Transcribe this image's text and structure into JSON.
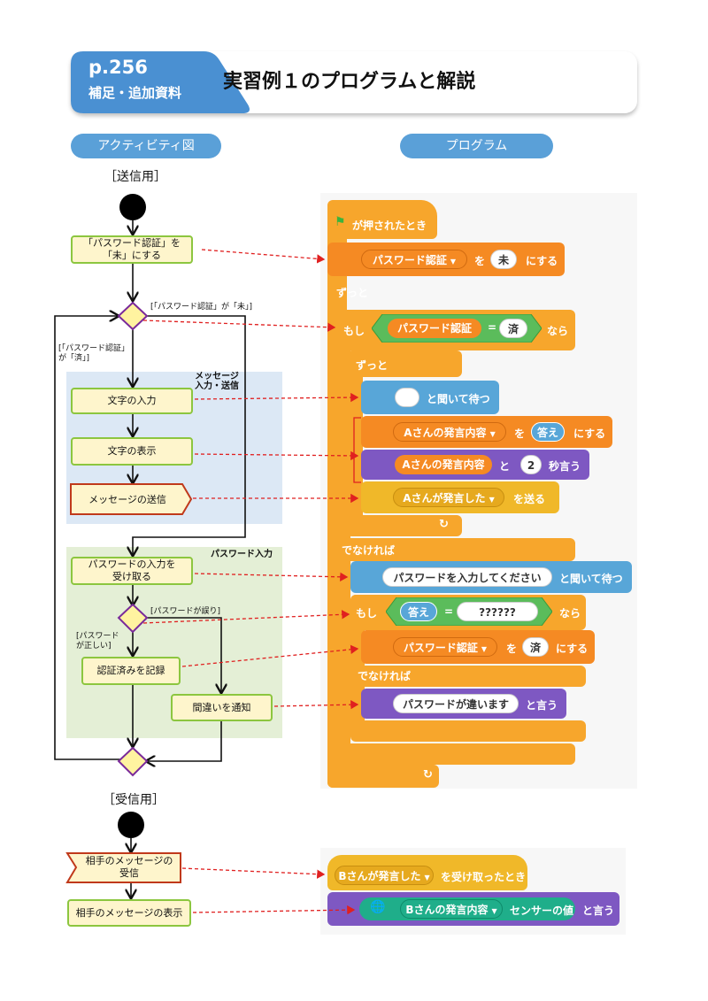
{
  "header": {
    "page_num": "p.256",
    "page_sub": "補足・追加資料",
    "title": "実習例１のプログラムと解説",
    "colors": {
      "primary": "#4a90d2",
      "orange": "#f7a62c",
      "purple": "#7e58c2",
      "node_fill": "#fef5cc",
      "node_border": "#8cc63f",
      "arrow": "#e02020"
    }
  },
  "sections": {
    "activity": "アクティビティ図",
    "program": "プログラム"
  },
  "activity": {
    "send_label": "［送信用］",
    "recv_label": "［受信用］",
    "set_pw": "「パスワード認証」を\n「未」にする",
    "guard_mi": "[「パスワード認証」が「未」]",
    "guard_zumi": "[「パスワード認証」\nが「済」]",
    "region_msg": "メッセージ\n入力・送信",
    "input_text": "文字の入力",
    "show_text": "文字の表示",
    "send_msg": "メッセージの送信",
    "region_pw": "パスワード入力",
    "receive_pw": "パスワードの入力を\n受け取る",
    "guard_wrong": "[パスワードが誤り]",
    "guard_right": "[パスワード\nが正しい]",
    "record": "認証済みを記録",
    "notify": "間違いを通知",
    "recv_msg": "相手のメッセージの\n受信",
    "show_recv": "相手のメッセージの表示"
  },
  "program": {
    "flag": "が押されたとき",
    "set_var": "パスワード認証",
    "set_wo": "を",
    "set_val_mi": "未",
    "set_suru": "にする",
    "forever": "ずっと",
    "if": "もし",
    "cond_var": "パスワード認証",
    "eq": "=",
    "val_zumi": "済",
    "then": "なら",
    "forever2": "ずっと",
    "ask_wait": "と聞いて待つ",
    "set_a_var": "Aさんの発言内容",
    "answer": "答え",
    "a_said_var": "Aさんの発言内容",
    "to": "と",
    "secs": "2",
    "say_secs": "秒言う",
    "broadcast_msg": "Aさんが発言した",
    "send": "を送る",
    "else": "でなければ",
    "ask_pw": "パスワードを入力してください",
    "ask_wait2": "と聞いて待つ",
    "if2": "もし",
    "answer2": "答え",
    "pw_val": "??????",
    "then2": "なら",
    "set_var2": "パスワード認証",
    "set_wo2": "を",
    "val_zumi2": "済",
    "set_suru2": "にする",
    "else2": "でなければ",
    "pw_wrong": "パスワードが違います",
    "say": "と言う",
    "recv_msg": "Bさんが発言した",
    "when_recv": "を受け取ったとき",
    "b_var": "Bさんの発言内容",
    "sensor": "センサーの値",
    "say2": "と言う"
  }
}
